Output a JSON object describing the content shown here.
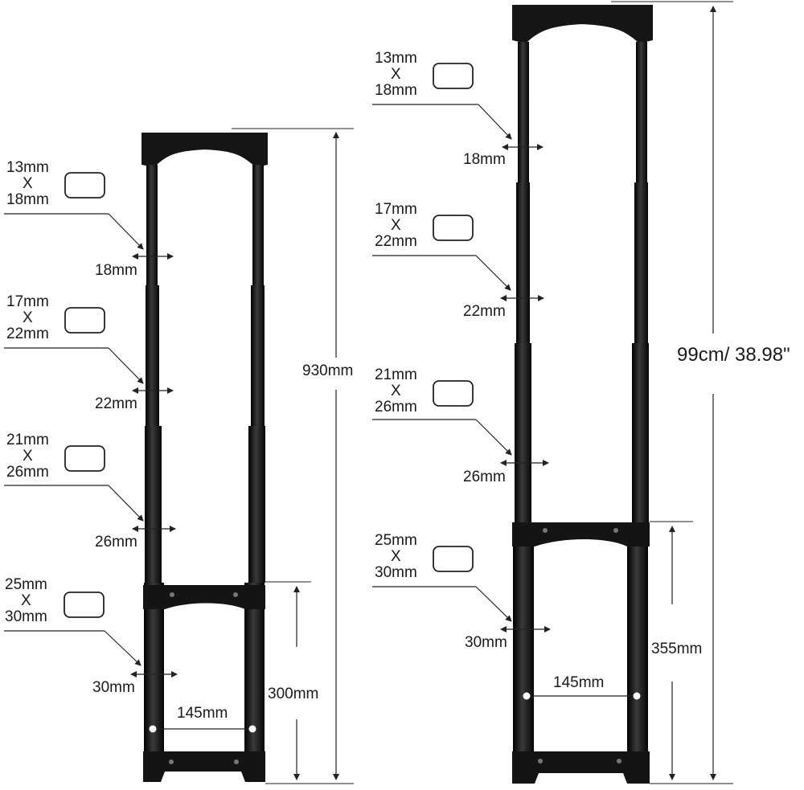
{
  "left_handle": {
    "sections": [
      {
        "size_top": "13mm",
        "size_x": "X",
        "size_bottom": "18mm",
        "width": "18mm"
      },
      {
        "size_top": "17mm",
        "size_x": "X",
        "size_bottom": "22mm",
        "width": "22mm"
      },
      {
        "size_top": "21mm",
        "size_x": "X",
        "size_bottom": "26mm",
        "width": "26mm"
      },
      {
        "size_top": "25mm",
        "size_x": "X",
        "size_bottom": "30mm",
        "width": "30mm"
      }
    ],
    "total_height": "930mm",
    "base_height": "300mm",
    "tube_spacing": "145mm"
  },
  "right_handle": {
    "sections": [
      {
        "size_top": "13mm",
        "size_x": "X",
        "size_bottom": "18mm",
        "width": "18mm"
      },
      {
        "size_top": "17mm",
        "size_x": "X",
        "size_bottom": "22mm",
        "width": "22mm"
      },
      {
        "size_top": "21mm",
        "size_x": "X",
        "size_bottom": "26mm",
        "width": "26mm"
      },
      {
        "size_top": "25mm",
        "size_x": "X",
        "size_bottom": "30mm",
        "width": "30mm"
      }
    ],
    "total_height": "99cm/ 38.98\"",
    "base_height": "355mm",
    "tube_spacing": "145mm"
  },
  "colors": {
    "frame": "#111111",
    "dimension_line": "#222222",
    "background": "#ffffff"
  }
}
